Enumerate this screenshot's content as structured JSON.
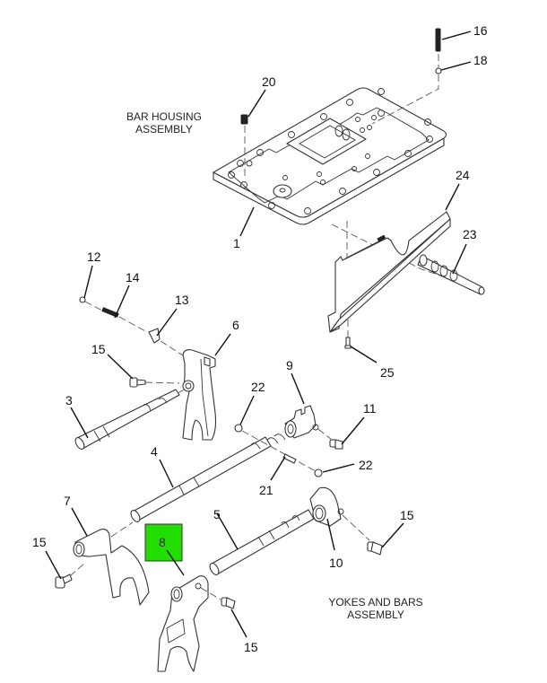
{
  "diagram": {
    "titles": {
      "bar_housing": [
        "BAR HOUSING",
        "ASSEMBLY"
      ],
      "yokes_bars": [
        "YOKES AND BARS",
        "ASSEMBLY"
      ]
    },
    "highlight": {
      "callout": "8",
      "color": "#22dd00"
    },
    "callouts": {
      "c1": "1",
      "c3": "3",
      "c4": "4",
      "c5": "5",
      "c6": "6",
      "c7": "7",
      "c8": "8",
      "c9": "9",
      "c10": "10",
      "c11": "11",
      "c12": "12",
      "c13": "13",
      "c14": "14",
      "c15a": "15",
      "c15b": "15",
      "c15c": "15",
      "c15d": "15",
      "c16": "16",
      "c18": "18",
      "c20": "20",
      "c21": "21",
      "c22a": "22",
      "c22b": "22",
      "c23": "23",
      "c24": "24",
      "c25": "25"
    }
  }
}
